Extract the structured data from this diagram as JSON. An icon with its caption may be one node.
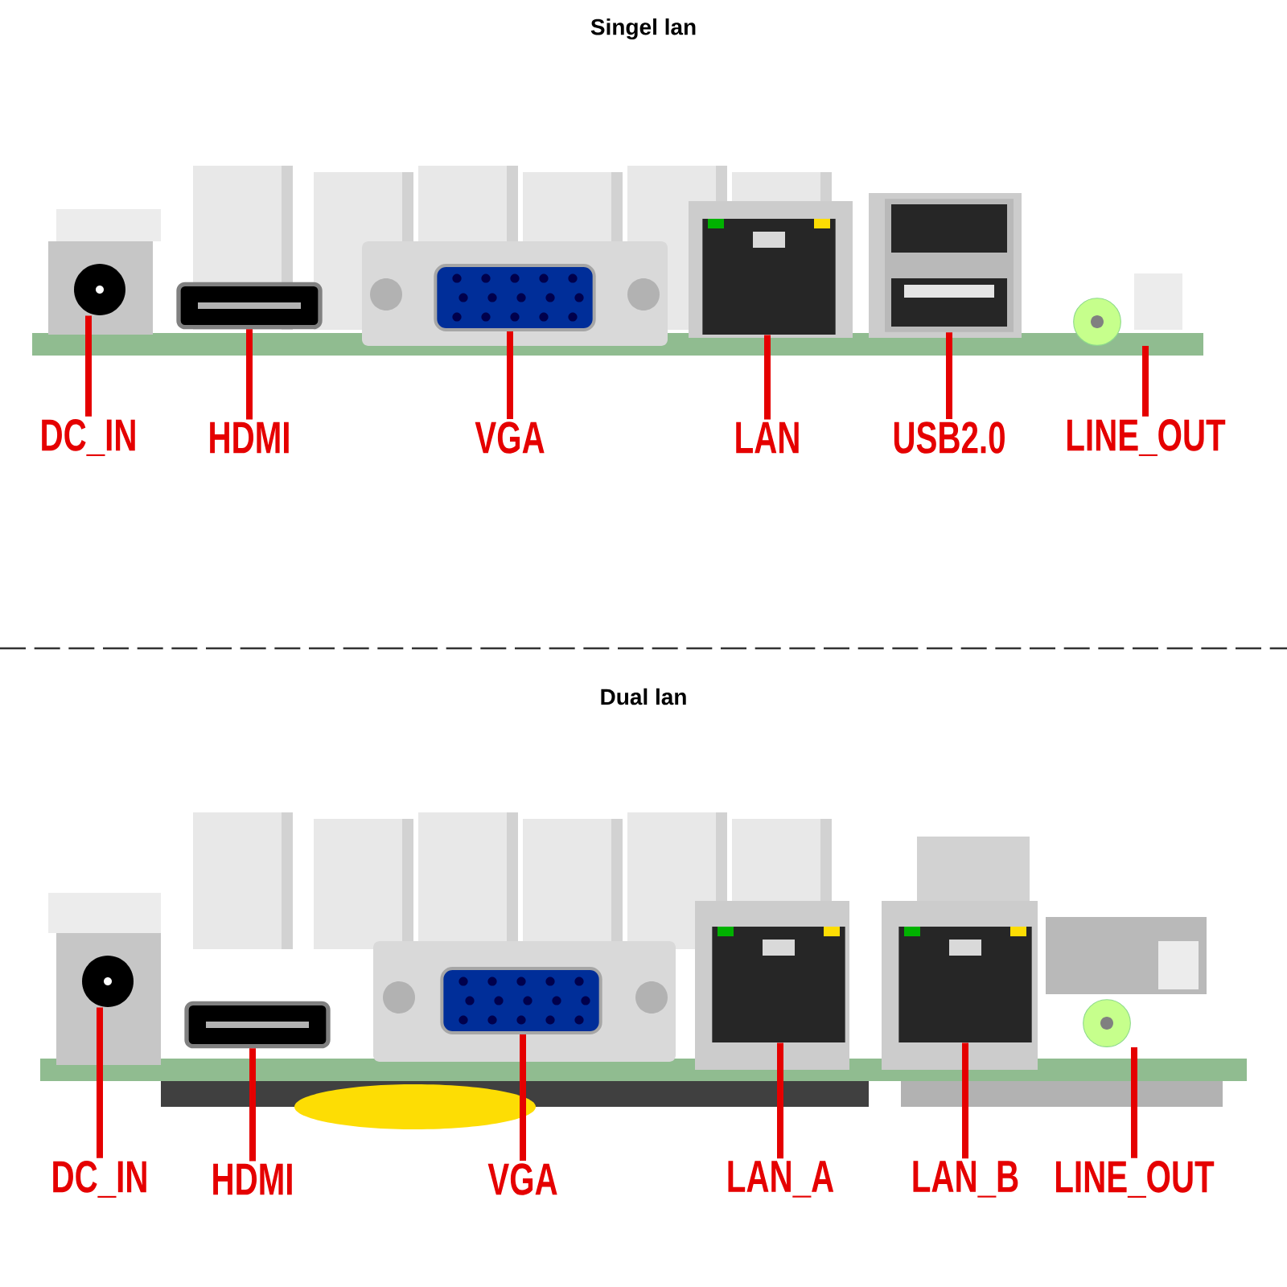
{
  "diagram": {
    "nodes": [
      {
        "text": [],
        "shape": "picture"
      },
      {
        "text": [],
        "shape": "picture"
      },
      {
        "text": [],
        "shape": "picture"
      },
      {
        "text": [],
        "shape": "picture"
      },
      {
        "text": [],
        "shape": "picture"
      },
      {
        "text": [],
        "shape": "picture"
      },
      {
        "text": [
          "DC_IN"
        ]
      },
      {
        "text": [
          "HDMI"
        ]
      },
      {
        "text": [
          "VGA"
        ]
      },
      {
        "text": [
          "LAN"
        ]
      },
      {
        "text": [
          "USB2.0"
        ]
      },
      {
        "text": [
          "LINE_OUT"
        ]
      },
      {
        "text": [],
        "shape": "picture"
      },
      {
        "text": [],
        "shape": "picture"
      },
      {
        "text": [],
        "shape": "picture"
      },
      {
        "text": [],
        "shape": "picture"
      },
      {
        "text": [],
        "shape": "picture"
      },
      {
        "text": [],
        "shape": "picture"
      },
      {
        "text": [
          "DC_IN"
        ]
      },
      {
        "text": [
          "HDMI"
        ]
      },
      {
        "text": [
          "VGA"
        ]
      },
      {
        "text": [
          "LAN_A"
        ]
      },
      {
        "text": [
          "LAN_B"
        ]
      },
      {
        "text": [
          "LINE_OUT"
        ]
      }
    ],
    "edges": [
      {
        "from": 6,
        "to": 0,
        "arrow": "none"
      },
      {
        "from": 7,
        "to": 1,
        "arrow": "none"
      },
      {
        "from": 8,
        "to": 2,
        "arrow": "none"
      },
      {
        "from": 9,
        "to": 3,
        "arrow": "none"
      },
      {
        "from": 10,
        "to": 4,
        "arrow": "none"
      },
      {
        "from": 11,
        "to": 5,
        "arrow": "none"
      },
      {
        "from": 18,
        "to": 12,
        "arrow": "none"
      },
      {
        "from": 19,
        "to": 13,
        "arrow": "none"
      },
      {
        "from": 20,
        "to": 14,
        "arrow": "none"
      },
      {
        "from": 21,
        "to": 15,
        "arrow": "none"
      },
      {
        "from": 22,
        "to": 16,
        "arrow": "none"
      },
      {
        "from": 23,
        "to": 17,
        "arrow": "none"
      }
    ],
    "labels": [
      "Singel lan",
      "Dual lan"
    ]
  }
}
